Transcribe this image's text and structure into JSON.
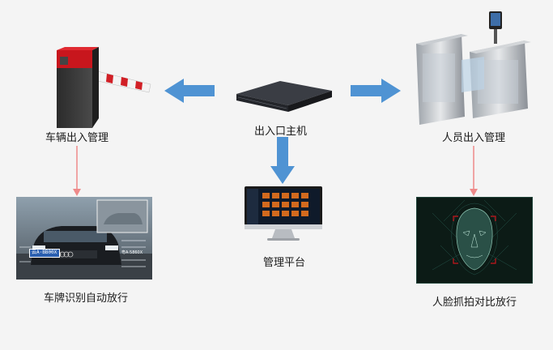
{
  "nodes": {
    "vehicle_management": "车辆出入管理",
    "host": "出入口主机",
    "personnel_management": "人员出入管理",
    "platform": "管理平台",
    "plate_recognition": "车牌识别自动放行",
    "face_capture": "人脸抓拍对比放行"
  },
  "plate_panel": {
    "plate_text": "云A·BB00X",
    "plate_value": "粤A·5860X"
  },
  "colors": {
    "arrow_blue": "#4f93d3",
    "arrow_red": "#ee8a8a",
    "barrier_red": "#c8161d",
    "background": "#f4f4f4"
  }
}
